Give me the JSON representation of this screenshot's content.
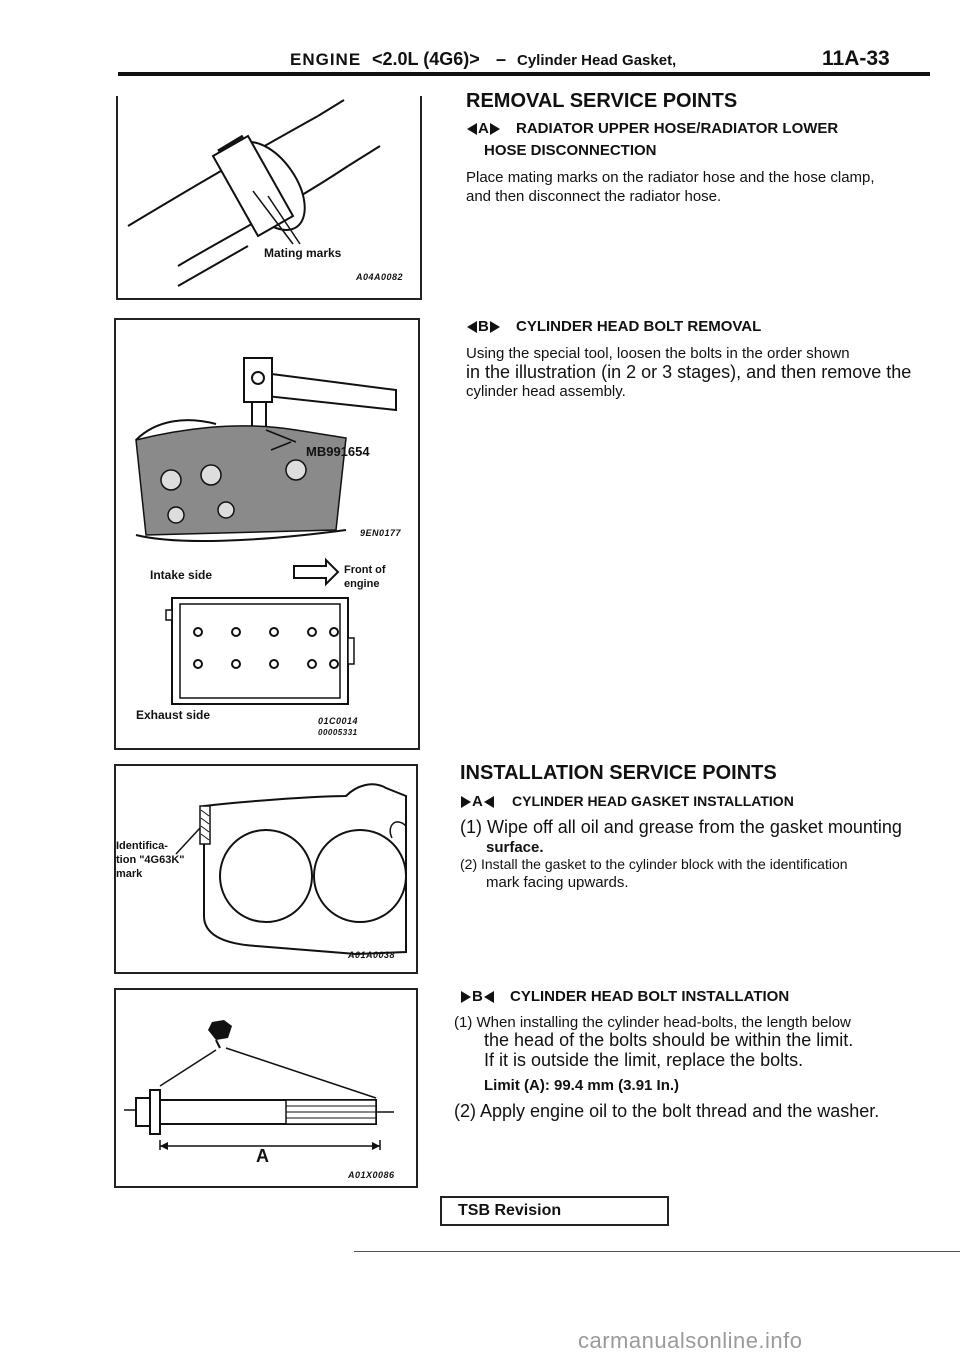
{
  "header": {
    "engine": "ENGINE",
    "model": "<2.0L (4G6)>",
    "dash": "–",
    "subject": "Cylinder Head Gasket,",
    "page": "11A-33"
  },
  "figures": {
    "fig1": {
      "label": "Mating marks",
      "code": "A04A0082"
    },
    "fig2": {
      "tool": "MB991654",
      "code": "9EN0177"
    },
    "fig3": {
      "intake": "Intake side",
      "front_line1": "Front of",
      "front_line2": "engine",
      "exhaust": "Exhaust side",
      "code1": "01C0014",
      "code2": "00005331"
    },
    "fig4": {
      "label_line1": "Identifica-",
      "label_line2": "tion \"4G63K\"",
      "label_line3": "mark",
      "code": "A01A0038"
    },
    "fig5": {
      "dim": "A",
      "code": "A01X0086"
    }
  },
  "removal": {
    "title": "REMOVAL SERVICE POINTS",
    "a_marker": "A",
    "a_title_line1": "RADIATOR UPPER HOSE/RADIATOR LOWER",
    "a_title_line2": "HOSE DISCONNECTION",
    "a_body_line1": "Place mating marks on the radiator hose and the hose clamp,",
    "a_body_line2": "and then disconnect the radiator hose.",
    "b_marker": "B",
    "b_title": "CYLINDER HEAD BOLT REMOVAL",
    "b_body_line1": "Using the special tool, loosen the bolts in the order shown",
    "b_body_line2": "in the illustration (in 2 or 3 stages), and then remove the",
    "b_body_line3": "cylinder head assembly."
  },
  "installation": {
    "title": "INSTALLATION SERVICE POINTS",
    "a_marker": "A",
    "a_title": "CYLINDER HEAD GASKET INSTALLATION",
    "a_step1_line1": "(1) Wipe off all oil and grease from the gasket mounting",
    "a_step1_line2": "surface.",
    "a_step2_line1": "(2) Install the gasket to the cylinder block with the identification",
    "a_step2_line2": "mark facing upwards.",
    "b_marker": "B",
    "b_title": "CYLINDER HEAD BOLT INSTALLATION",
    "b_step1_line1": "(1) When installing the cylinder head-bolts, the length below",
    "b_step1_line2": "the head of the bolts should be within the limit.",
    "b_step1_line3": "If it is outside the limit, replace the bolts.",
    "b_limit": "Limit (A): 99.4 mm (3.91 In.)",
    "b_step2": "(2) Apply engine oil to the bolt thread and the washer."
  },
  "footer": {
    "tsb": "TSB Revision",
    "watermark": "carmanualsonline.info"
  }
}
